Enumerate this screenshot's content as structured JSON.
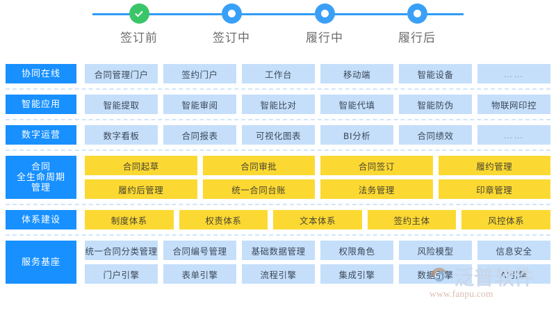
{
  "stepper": {
    "steps": [
      {
        "label": "签订前",
        "state": "completed",
        "icon": "check-icon"
      },
      {
        "label": "签订中",
        "state": "active",
        "icon": "ring-icon"
      },
      {
        "label": "履行中",
        "state": "active",
        "icon": "ring-icon"
      },
      {
        "label": "履行后",
        "state": "active",
        "icon": "ring-icon"
      }
    ],
    "accent_color": "#2f9bf7",
    "completed_color": "#3ac569"
  },
  "colors": {
    "label_blue": "#1890ff",
    "cell_blue": "#c5dffb",
    "cell_yellow": "#fbd932",
    "divider": "#cfe5fb"
  },
  "rows": [
    {
      "label": "协同在线",
      "lines": [
        [
          {
            "text": "合同管理门户",
            "style": "blue"
          },
          {
            "text": "签约门户",
            "style": "blue"
          },
          {
            "text": "工作台",
            "style": "blue"
          },
          {
            "text": "移动端",
            "style": "blue"
          },
          {
            "text": "智能设备",
            "style": "blue"
          },
          {
            "text": "……",
            "style": "dots"
          }
        ]
      ]
    },
    {
      "label": "智能应用",
      "lines": [
        [
          {
            "text": "智能提取",
            "style": "blue"
          },
          {
            "text": "智能审阅",
            "style": "blue"
          },
          {
            "text": "智能比对",
            "style": "blue"
          },
          {
            "text": "智能代填",
            "style": "blue"
          },
          {
            "text": "智能防伪",
            "style": "blue"
          },
          {
            "text": "物联网印控",
            "style": "blue"
          }
        ]
      ]
    },
    {
      "label": "数字运营",
      "lines": [
        [
          {
            "text": "数字看板",
            "style": "blue"
          },
          {
            "text": "合同报表",
            "style": "blue"
          },
          {
            "text": "可视化图表",
            "style": "blue"
          },
          {
            "text": "BI分析",
            "style": "blue"
          },
          {
            "text": "合同绩效",
            "style": "blue"
          },
          {
            "text": "……",
            "style": "dots"
          }
        ]
      ]
    },
    {
      "label": "合同\n全生命周期\n管理",
      "lines": [
        [
          {
            "text": "合同起草",
            "style": "yellow"
          },
          {
            "text": "合同审批",
            "style": "yellow"
          },
          {
            "text": "合同签订",
            "style": "yellow"
          },
          {
            "text": "履约管理",
            "style": "yellow"
          }
        ],
        [
          {
            "text": "履约后管理",
            "style": "yellow"
          },
          {
            "text": "统一合同台账",
            "style": "yellow"
          },
          {
            "text": "法务管理",
            "style": "yellow"
          },
          {
            "text": "印章管理",
            "style": "yellow"
          }
        ]
      ]
    },
    {
      "label": "体系建设",
      "lines": [
        [
          {
            "text": "制度体系",
            "style": "yellow"
          },
          {
            "text": "权责体系",
            "style": "yellow"
          },
          {
            "text": "文本体系",
            "style": "yellow"
          },
          {
            "text": "签约主体",
            "style": "yellow"
          },
          {
            "text": "风控体系",
            "style": "yellow"
          }
        ]
      ]
    },
    {
      "label": "服务基座",
      "lines": [
        [
          {
            "text": "统一合同分类管理",
            "style": "blue"
          },
          {
            "text": "合同编号管理",
            "style": "blue"
          },
          {
            "text": "基础数据管理",
            "style": "blue"
          },
          {
            "text": "权限角色",
            "style": "blue"
          },
          {
            "text": "风险模型",
            "style": "blue"
          },
          {
            "text": "信息安全",
            "style": "blue"
          }
        ],
        [
          {
            "text": "门户引擎",
            "style": "blue"
          },
          {
            "text": "表单引擎",
            "style": "blue"
          },
          {
            "text": "流程引擎",
            "style": "blue"
          },
          {
            "text": "集成引擎",
            "style": "blue"
          },
          {
            "text": "数据引擎",
            "style": "blue"
          },
          {
            "text": "AI引擎",
            "style": "blue"
          }
        ]
      ]
    }
  ],
  "watermark": {
    "brand": "泛普软件",
    "url": "www.fanpu.com",
    "logo_icon": "fanpu-logo-icon"
  }
}
